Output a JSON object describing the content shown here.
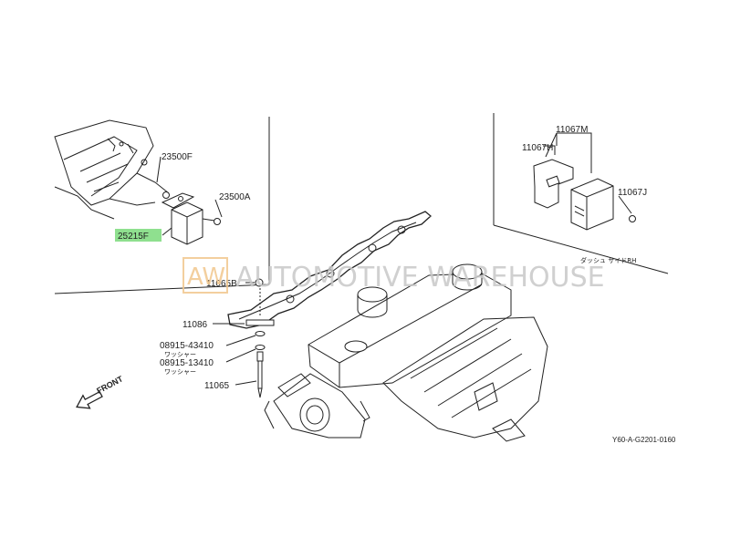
{
  "watermark": {
    "abbr": "AW",
    "text": "AUTOMOTIVE WAREHOUSE"
  },
  "labels": {
    "p23500F": "23500F",
    "p23500A": "23500A",
    "p25215F": "25215F",
    "p11067M": "11067M",
    "p11067H": "11067H",
    "p11067J": "11067J",
    "dash_rh": "ダッシュ サイドRH",
    "p11065B": "11065B",
    "p11086": "11086",
    "p08915_43410": "08915-43410",
    "washer1": "ワッシャー",
    "p08915_13410": "08915-13410",
    "washer2": "ワッシャー",
    "p11065": "11065",
    "front": "FRONT",
    "diagram_code": "Y60-A-G2201-0160"
  },
  "colors": {
    "highlight": "#8fe08f",
    "watermark_logo": "#f2c78e",
    "watermark_text": "#c8c8c8",
    "line": "#222222"
  }
}
